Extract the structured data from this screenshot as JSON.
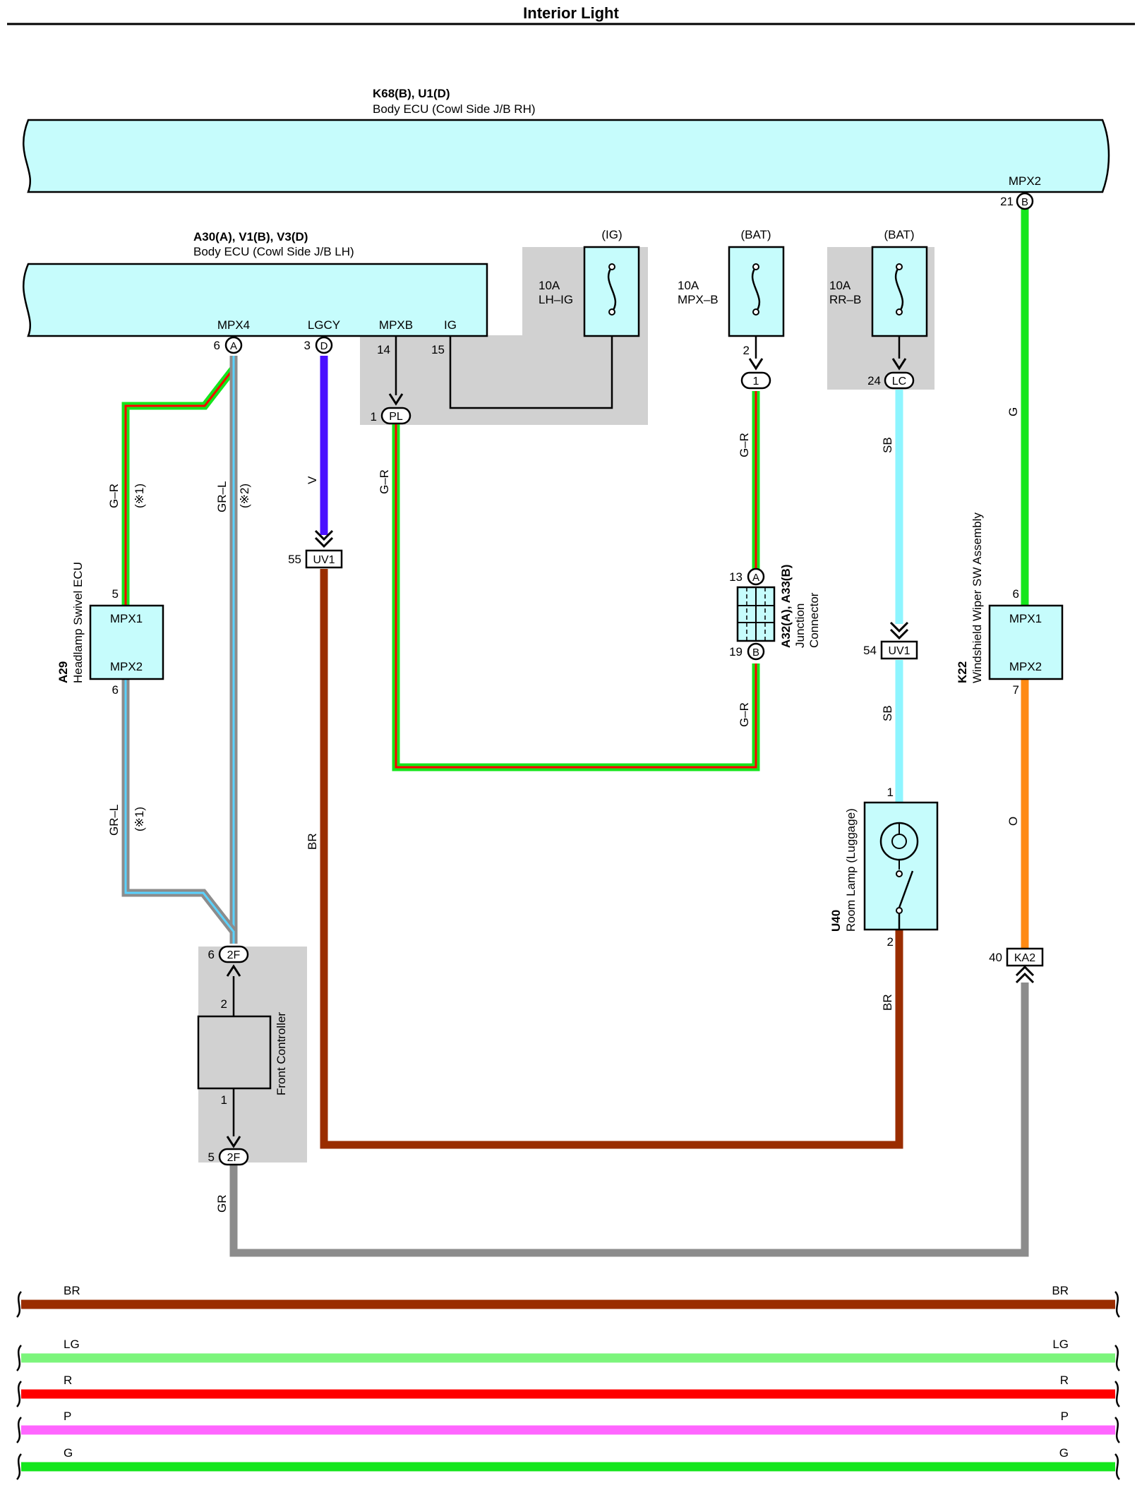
{
  "title": "Interior Light",
  "colors": {
    "ecu_fill": "#c6fcfc",
    "shade": "#d1d1d1",
    "BR": "#9a2d00",
    "V": "#4a10ff",
    "G": "#14e61c",
    "O": "#ff8a14",
    "GR": "#8c8c8c",
    "SB": "#8ef5ff",
    "R": "#ff0000",
    "LG": "#7cf57c",
    "P": "#ff66ff",
    "L": "#5ad2ff"
  },
  "body_ecu_rh": {
    "code": "K68(B), U1(D)",
    "name": "Body ECU (Cowl Side J/B RH)",
    "terminal": "MPX2",
    "pin": "21",
    "conn": "B"
  },
  "body_ecu_lh": {
    "code": "A30(A), V1(B), V3(D)",
    "name": "Body ECU (Cowl Side J/B LH)",
    "terminals": [
      "MPX4",
      "LGCY",
      "MPXB",
      "IG"
    ],
    "pins": [
      "6",
      "3",
      "14",
      "15"
    ],
    "conns": [
      "A",
      "D"
    ]
  },
  "fuses": [
    {
      "source": "(IG)",
      "amps": "10A",
      "name": "LH–IG"
    },
    {
      "source": "(BAT)",
      "amps": "10A",
      "name": "MPX–B"
    },
    {
      "source": "(BAT)",
      "amps": "10A",
      "name": "RR–B"
    }
  ],
  "connectors": {
    "pl": {
      "pin": "1",
      "label": "PL"
    },
    "mpxb_out": {
      "pin": "2",
      "label": "1"
    },
    "lc": {
      "pin": "24",
      "label": "LC"
    },
    "uv1_left": {
      "pin": "55",
      "label": "UV1"
    },
    "uv1_right": {
      "pin": "54",
      "label": "UV1"
    },
    "ka2": {
      "pin": "40",
      "label": "KA2"
    },
    "f2_top": {
      "pin": "6",
      "label": "2F"
    },
    "f2_bot": {
      "pin": "5",
      "label": "2F"
    }
  },
  "junction": {
    "code": "A32(A), A33(B)",
    "name_line1": "Junction",
    "name_line2": "Connector",
    "pin_a": "13",
    "conn_a": "A",
    "pin_b": "19",
    "conn_b": "B"
  },
  "headlamp_ecu": {
    "code": "A29",
    "name": "Headlamp Swivel ECU",
    "t1": "MPX1",
    "t2": "MPX2",
    "p1": "5",
    "p2": "6"
  },
  "wiper_sw": {
    "code": "K22",
    "name": "Windshield Wiper SW Assembly",
    "t1": "MPX1",
    "t2": "MPX2",
    "p1": "6",
    "p2": "7"
  },
  "room_lamp": {
    "code": "U40",
    "name": "Room Lamp (Luggage)",
    "p1": "1",
    "p2": "2"
  },
  "front_controller": {
    "name": "Front Controller",
    "p_top": "2",
    "p_bot": "1"
  },
  "wire_labels": {
    "gr_top": "G–R",
    "note_top": "(※1)",
    "grl_mid": "GR–L",
    "note_mid": "(※2)",
    "grl_low": "GR–L",
    "note_low": "(※1)",
    "v": "V",
    "br_left": "BR",
    "gr_pl": "G–R",
    "gr_j_top": "G–R",
    "gr_j_bot": "G–R",
    "sb_top": "SB",
    "sb_bot": "SB",
    "br_right": "BR",
    "g_right": "G",
    "o_right": "O",
    "gr_bottom": "GR"
  },
  "legend": [
    {
      "code": "BR",
      "color": "#9a2d00"
    },
    {
      "code": "LG",
      "color": "#7cf57c"
    },
    {
      "code": "R",
      "color": "#ff0000"
    },
    {
      "code": "P",
      "color": "#ff66ff"
    },
    {
      "code": "G",
      "color": "#14e61c"
    }
  ]
}
